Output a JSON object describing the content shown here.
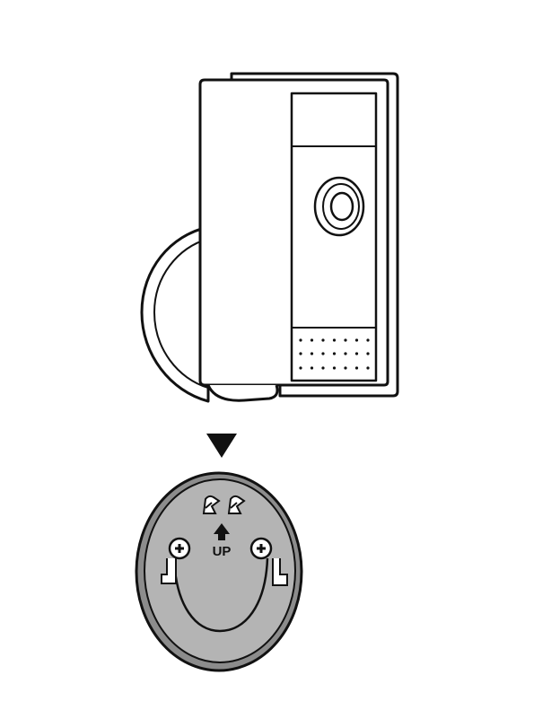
{
  "figure": {
    "top_item": "camera-side-view",
    "direction_marker": "down-arrow",
    "bottom_item": "mounting-plate",
    "mount_label": "UP",
    "colors": {
      "line": "#111111",
      "background": "#ffffff",
      "plate_fill": "#b4b4b4",
      "plate_dark": "#8c8c8c"
    }
  }
}
